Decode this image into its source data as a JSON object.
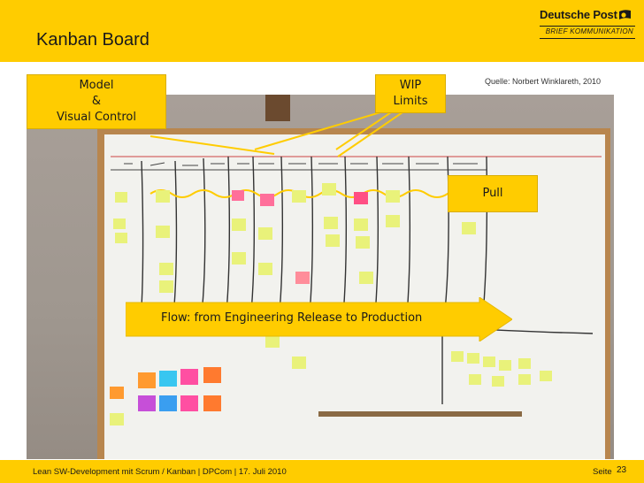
{
  "slide": {
    "title": "Kanban Board",
    "source": "Quelle: Norbert Winklareth, 2010"
  },
  "logo": {
    "name": "Deutsche Post",
    "subline": "BRIEF KOMMUNIKATION"
  },
  "callouts": {
    "model": [
      "Model",
      "&",
      "Visual Control"
    ],
    "wip": [
      "WIP",
      "Limits"
    ],
    "pull": "Pull"
  },
  "flow": {
    "label": "Flow: from Engineering Release to Production"
  },
  "footer": {
    "text": "Lean SW-Development mit Scrum / Kanban | DPCom | 17. Juli 2010",
    "seite_label": "Seite",
    "page_number": "23"
  },
  "colors": {
    "brand_yellow": "#ffcc00",
    "text_dark": "#1a1a1a"
  }
}
